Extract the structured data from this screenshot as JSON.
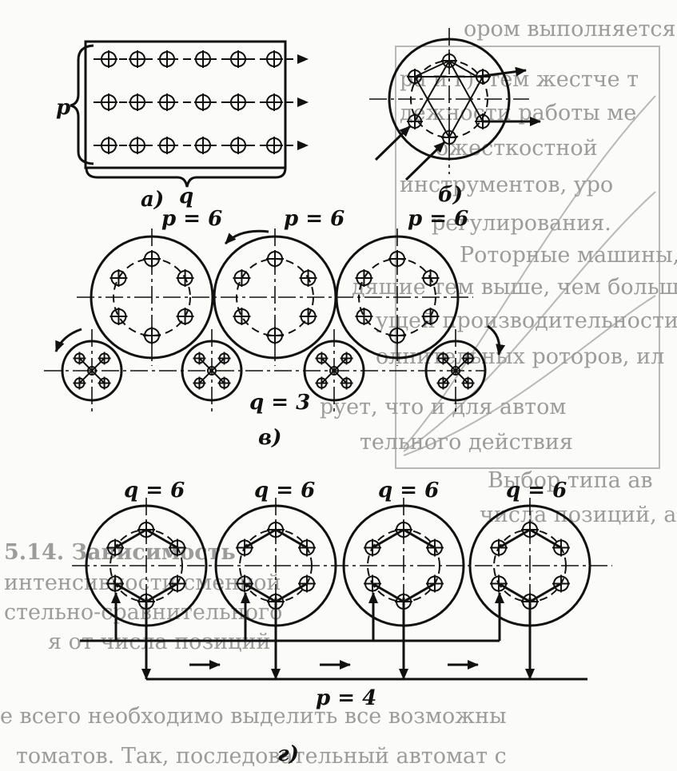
{
  "labels": {
    "p_brace": "p",
    "q_brace": "q",
    "caption_a": "а)",
    "caption_b": "б)",
    "caption_v": "в)",
    "caption_g": "г)",
    "p6_1": "p = 6",
    "p6_2": "p = 6",
    "p6_3": "p = 6",
    "q3": "q = 3",
    "q6_1": "q = 6",
    "q6_2": "q = 6",
    "q6_3": "q = 6",
    "q6_4": "q = 6",
    "p4": "p = 4"
  },
  "bleed_text": [
    "ором выполняется (в",
    "ра и г), тем жестче т",
    "дежности работы ме",
    "ожесткостной",
    "инструментов, уро",
    "регулирования.",
    "Роторные машины, разм",
    "дящие тем выше, чем больше",
    "ущей производительности",
    "олнительных роторов, ил",
    "рует, что и для автом",
    "тельного действия",
    "Выбор типа ав",
    "числа позиций, ана",
    "5.14. Зависимость",
    "интенсивности сменной",
    "стельно-сравнительного",
    "я от числа позиций",
    "е всего необходимо выделить все возможны",
    "томатов. Так, последовательный автомат с"
  ]
}
